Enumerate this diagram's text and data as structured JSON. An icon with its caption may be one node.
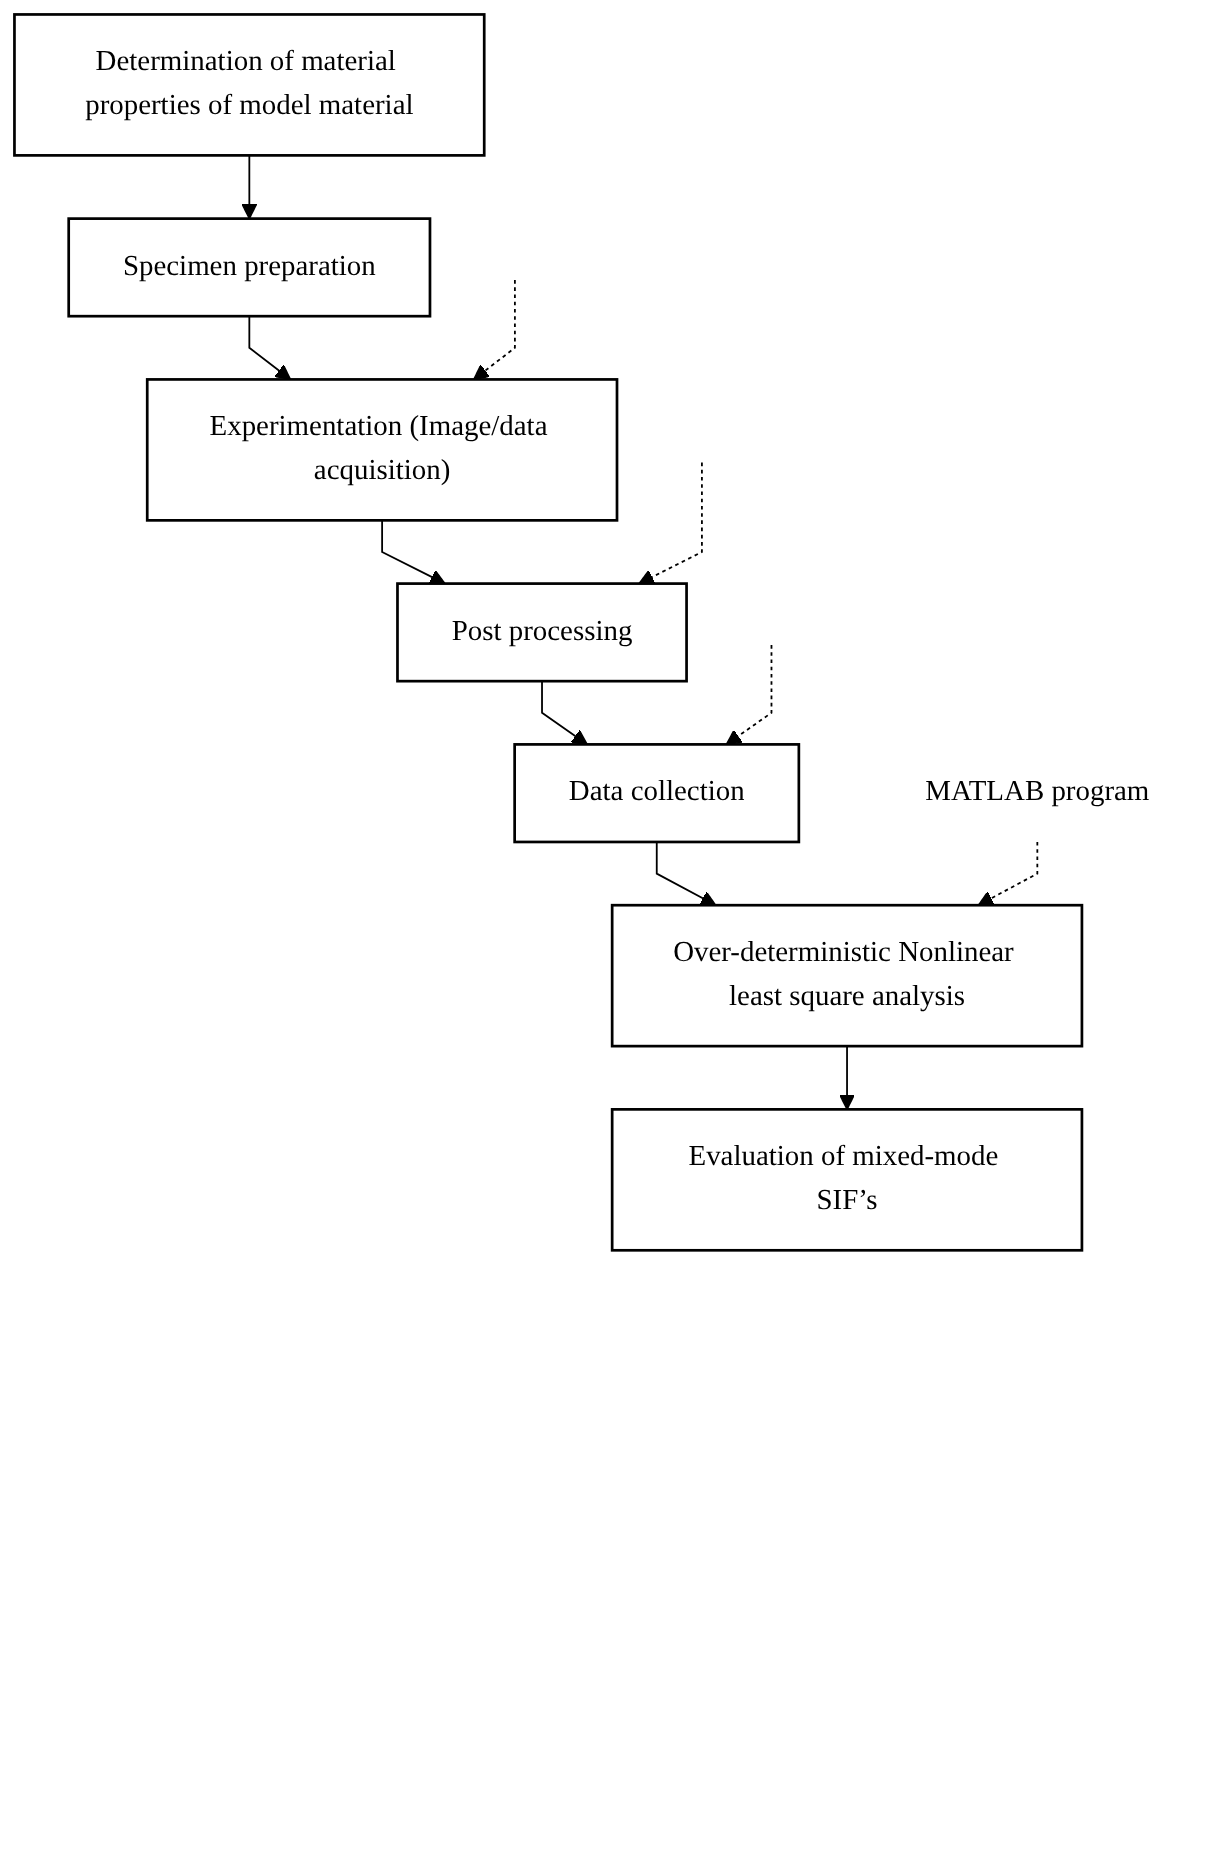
{
  "diagram": {
    "nodes": [
      {
        "text": [
          "Determination of material properties of model material"
        ]
      },
      {
        "text": [
          "Specimen preparation"
        ]
      },
      {
        "text": [
          "Experimentation (Image/data acquisition)"
        ]
      },
      {
        "text": [
          "Post processing"
        ]
      },
      {
        "text": [
          "Data collection"
        ]
      },
      {
        "text": [
          "Over-deterministic Nonlinear least square analysis"
        ]
      },
      {
        "text": [
          "Evaluation of mixed-mode SIF’s"
        ]
      },
      {
        "text": [
          "MATLAB program"
        ]
      }
    ],
    "edges": [
      {
        "from": 0,
        "to": 1,
        "arrow": "to"
      },
      {
        "from": 1,
        "to": 2,
        "arrow": "to"
      },
      {
        "from": 2,
        "to": 3,
        "arrow": "to"
      },
      {
        "from": 3,
        "to": 4,
        "arrow": "to"
      },
      {
        "from": 4,
        "to": 5,
        "arrow": "to"
      },
      {
        "from": 5,
        "to": 6,
        "arrow": "to"
      },
      {
        "from": null,
        "to": 2,
        "arrow": "to",
        "style": "dashed"
      },
      {
        "from": null,
        "to": 3,
        "arrow": "to",
        "style": "dashed"
      },
      {
        "from": null,
        "to": 4,
        "arrow": "to",
        "style": "dashed"
      },
      {
        "from": 7,
        "to": 5,
        "arrow": "to",
        "style": "dashed"
      }
    ]
  }
}
